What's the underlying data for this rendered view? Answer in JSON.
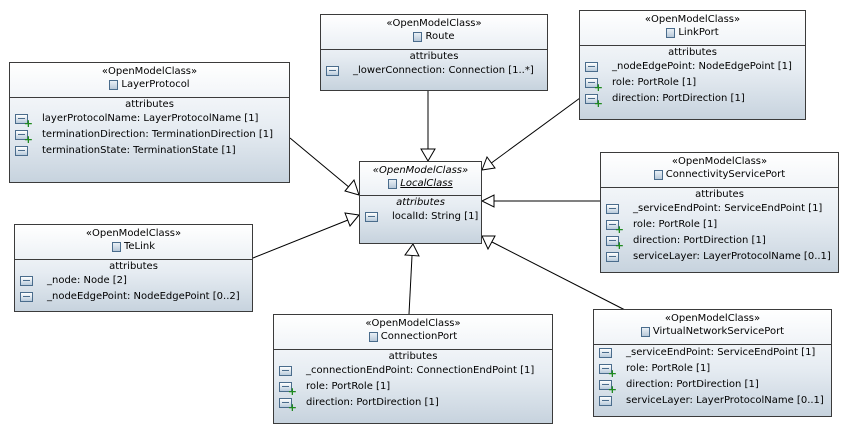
{
  "classes": {
    "route": {
      "stereotype": "«OpenModelClass»",
      "name": "Route",
      "compartment": "attributes",
      "attributes": [
        "_lowerConnection: Connection [1..*]"
      ]
    },
    "linkport": {
      "stereotype": "«OpenModelClass»",
      "name": "LinkPort",
      "compartment": "attributes",
      "attributes": [
        "_nodeEdgePoint: NodeEdgePoint [1]",
        "role: PortRole [1]",
        "direction: PortDirection [1]"
      ]
    },
    "layerprotocol": {
      "stereotype": "«OpenModelClass»",
      "name": "LayerProtocol",
      "compartment": "attributes",
      "attributes": [
        "layerProtocolName: LayerProtocolName [1]",
        "terminationDirection: TerminationDirection [1]",
        "terminationState: TerminationState [1]"
      ]
    },
    "localclass": {
      "stereotype": "«OpenModelClass»",
      "name": "LocalClass",
      "compartment": "attributes",
      "attributes": [
        "localId: String [1]"
      ]
    },
    "connectivityserviceport": {
      "stereotype": "«OpenModelClass»",
      "name": "ConnectivityServicePort",
      "compartment": "attributes",
      "attributes": [
        "_serviceEndPoint: ServiceEndPoint [1]",
        "role: PortRole [1]",
        "direction: PortDirection [1]",
        "serviceLayer: LayerProtocolName [0..1]"
      ]
    },
    "telink": {
      "stereotype": "«OpenModelClass»",
      "name": "TeLink",
      "compartment": "attributes",
      "attributes": [
        "_node: Node [2]",
        "_nodeEdgePoint: NodeEdgePoint [0..2]"
      ]
    },
    "connectionport": {
      "stereotype": "«OpenModelClass»",
      "name": "ConnectionPort",
      "compartment": "attributes",
      "attributes": [
        "_connectionEndPoint: ConnectionEndPoint [1]",
        "role: PortRole [1]",
        "direction: PortDirection [1]"
      ]
    },
    "virtualnetworkserviceport": {
      "stereotype": "«OpenModelClass»",
      "name": "VirtualNetworkServicePort",
      "attributes": [
        "_serviceEndPoint: ServiceEndPoint [1]",
        "role: PortRole [1]",
        "direction: PortDirection [1]",
        "serviceLayer: LayerProtocolName [0..1]"
      ]
    }
  },
  "colors": {
    "border": "#3b3b3b",
    "fill_bottom": "#c7d3de",
    "plus": "#1f8a1f"
  }
}
